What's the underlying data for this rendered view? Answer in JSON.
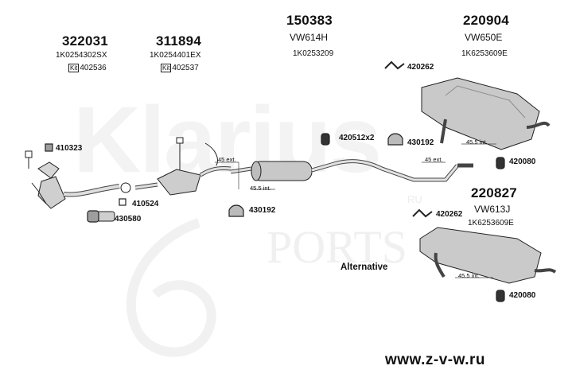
{
  "groups": [
    {
      "number": "322031",
      "code": "1K0254302SX",
      "kit": "402536"
    },
    {
      "number": "311894",
      "code": "1K0254401EX",
      "kit": "402537"
    },
    {
      "number": "150383",
      "model": "VW614H",
      "code": "1K0253209"
    },
    {
      "number": "220904",
      "model": "VW650E",
      "code": "1K6253609E"
    },
    {
      "number": "220827",
      "model": "VW613J",
      "code": "1K6253609E"
    }
  ],
  "kit_label": "Kit",
  "parts": [
    "410323",
    "410524",
    "430580",
    "430192",
    "420512x2",
    "430192",
    "420262",
    "420080",
    "420262",
    "420080"
  ],
  "measurements": [
    "45 ext.",
    "45.5 int.",
    "45.5 int.",
    "45 ext.",
    "45.5 int."
  ],
  "alternative_label": "Alternative",
  "watermark": {
    "brand": "Klarius",
    "ru": "RU",
    "ports": "PORTS"
  },
  "footer_url": "www.z-v-w.ru"
}
